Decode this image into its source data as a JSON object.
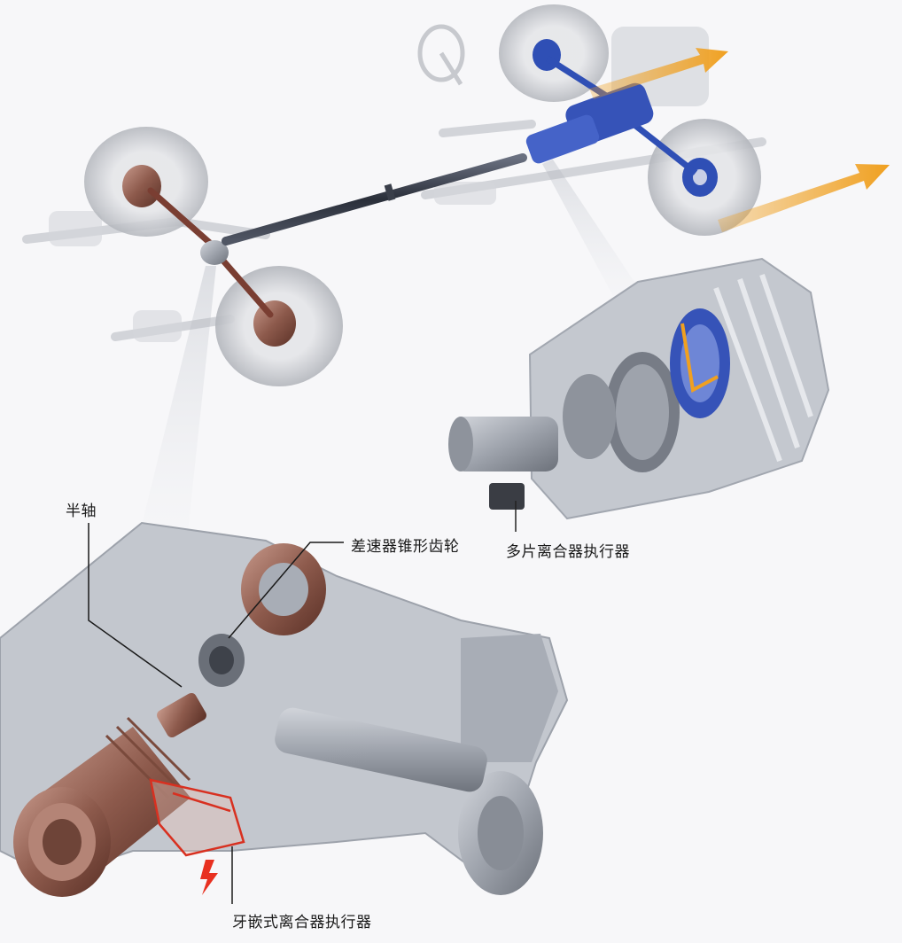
{
  "labels": {
    "half_shaft": "半轴",
    "differential_bevel_gear": "差速器锥形齿轮",
    "multi_plate_clutch_actuator": "多片离合器执行器",
    "dog_clutch_actuator": "牙嵌式离合器执行器"
  },
  "colors": {
    "rear_axle": "#8a4a3e",
    "front_drive": "#2f4fb5",
    "power_arrow": "#f0a020",
    "actuator_highlight": "#d83020",
    "housing": "#b8bcc4"
  }
}
